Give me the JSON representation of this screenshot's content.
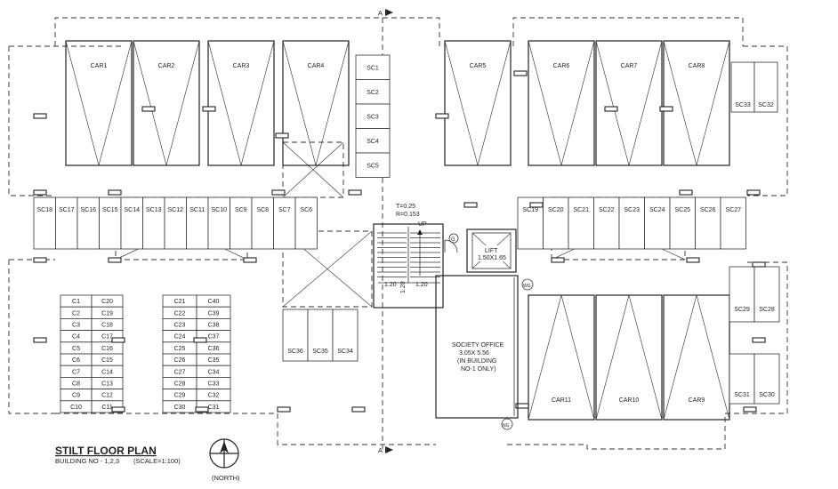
{
  "markers": {
    "section_top": "A",
    "section_bottom": "A"
  },
  "cars": [
    "CAR1",
    "CAR2",
    "CAR3",
    "CAR4",
    "CAR5",
    "CAR6",
    "CAR7",
    "CAR8",
    "CAR11",
    "CAR10",
    "CAR9"
  ],
  "scooters_vertical": [
    "SC1",
    "SC2",
    "SC3",
    "SC4",
    "SC5"
  ],
  "scooters_strip_left": [
    "SC18",
    "SC17",
    "SC16",
    "SC15",
    "SC14",
    "SC13",
    "SC12",
    "SC11",
    "SC10",
    "SC9",
    "SC8",
    "SC7",
    "SC6"
  ],
  "scooters_strip_right": [
    "SC19",
    "SC20",
    "SC21",
    "SC22",
    "SC23",
    "SC24",
    "SC25",
    "SC26",
    "SC27"
  ],
  "scooters_top_right": [
    "SC33",
    "SC32"
  ],
  "scooters_mid_right": [
    "SC29",
    "SC28"
  ],
  "scooters_bottom_right": [
    "SC31",
    "SC30"
  ],
  "scooters_centre": [
    "SC36",
    "SC35",
    "SC34"
  ],
  "cycles_left": [
    [
      "C1",
      "C20"
    ],
    [
      "C2",
      "C19"
    ],
    [
      "C3",
      "C18"
    ],
    [
      "C4",
      "C17"
    ],
    [
      "C5",
      "C16"
    ],
    [
      "C6",
      "C15"
    ],
    [
      "C7",
      "C14"
    ],
    [
      "C8",
      "C13"
    ],
    [
      "C9",
      "C12"
    ],
    [
      "C10",
      "C11"
    ]
  ],
  "cycles_right": [
    [
      "C21",
      "C40"
    ],
    [
      "C22",
      "C39"
    ],
    [
      "C23",
      "C38"
    ],
    [
      "C24",
      "C37"
    ],
    [
      "C25",
      "C36"
    ],
    [
      "C26",
      "C35"
    ],
    [
      "C27",
      "C34"
    ],
    [
      "C28",
      "C33"
    ],
    [
      "C29",
      "C32"
    ],
    [
      "C30",
      "C31"
    ]
  ],
  "stair": {
    "tread": "T=0.25",
    "riser": "R=0.153",
    "up": "UP",
    "dim1": "1.20",
    "dim2": "1.20",
    "dim3": "1.20"
  },
  "lift": {
    "label": "LIFT",
    "size": "1.50X1.65"
  },
  "society_office": {
    "line1": "SOCIETY OFFICE",
    "line2": "3.05X 5.56",
    "line3": "(IN BUILDING",
    "line4": "NO-1 ONLY)"
  },
  "circles": {
    "top": "G",
    "right": "WG",
    "bottom": "NG"
  },
  "title": {
    "main": "STILT FLOOR PLAN",
    "building": "BUILDING NO - 1,2,3",
    "scale": "(SCALE=1:100)",
    "north": "(NORTH)"
  }
}
